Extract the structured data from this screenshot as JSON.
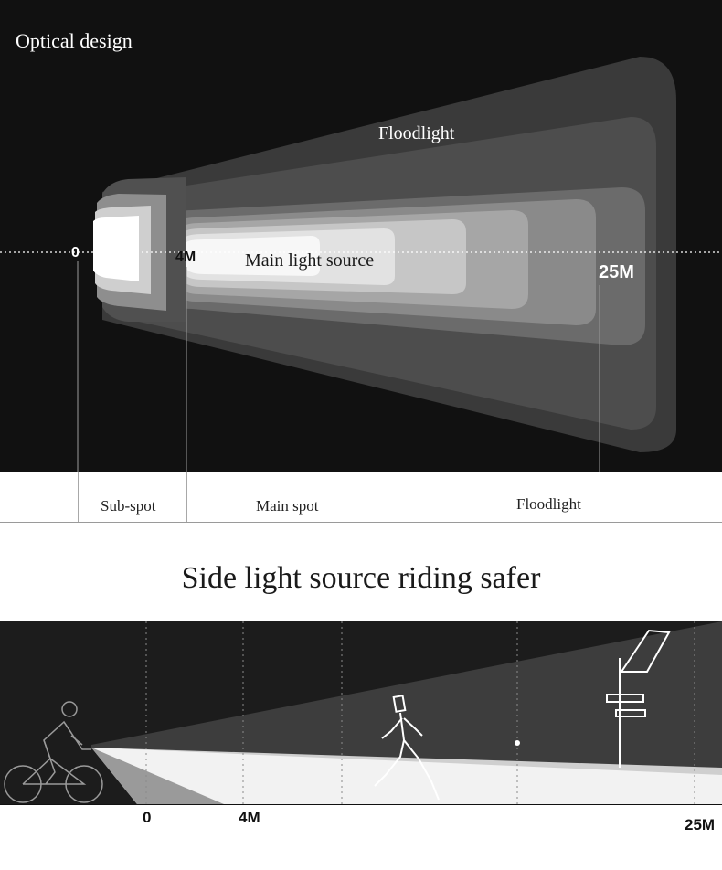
{
  "top_panel": {
    "title": "Optical design",
    "floodlight_label": "Floodlight",
    "main_source_label": "Main light source",
    "marks": {
      "start": "0",
      "mid": "4M",
      "end": "25M"
    }
  },
  "zones": {
    "sub_spot": "Sub-spot",
    "main_spot": "Main spot",
    "floodlight": "Floodlight"
  },
  "heading": "Side light source riding safer",
  "bottom_panel": {
    "distances": {
      "start": "0",
      "mid": "4M",
      "end": "25M"
    }
  },
  "colors": {
    "background_dark": "#111111",
    "beam_light": "#ffffff",
    "text_light": "#ffffff",
    "text_dark": "#1a1a1a"
  }
}
